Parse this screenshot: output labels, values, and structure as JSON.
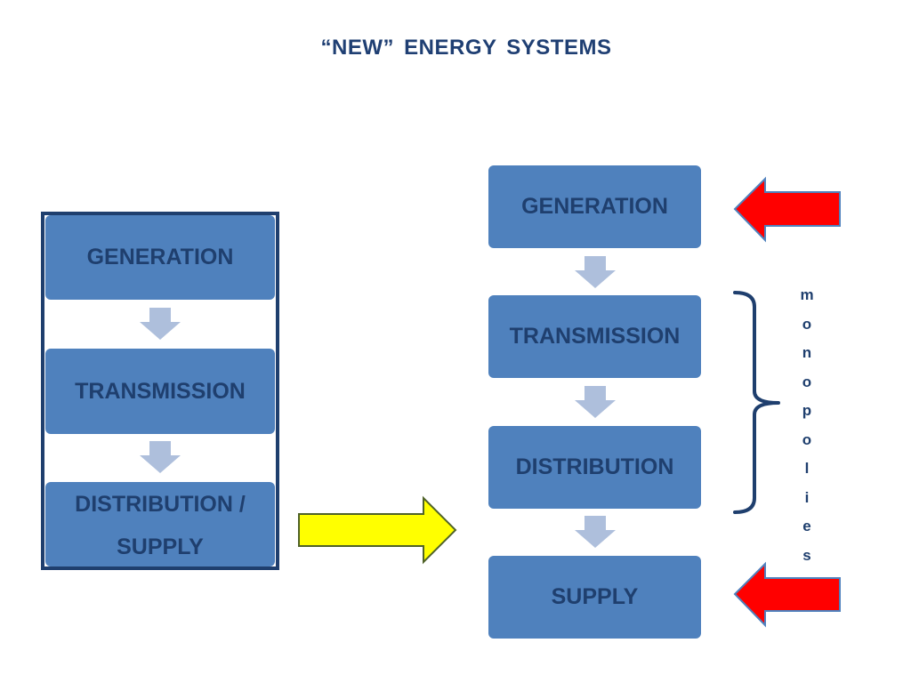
{
  "title": "“NEW”  ENERGY  SYSTEMS",
  "left_stack": {
    "generation": "GENERATION",
    "transmission": "TRANSMISSION",
    "distribution_line1": "DISTRIBUTION /",
    "distribution_line2": "SUPPLY"
  },
  "right_stack": {
    "generation": "GENERATION",
    "transmission": "TRANSMISSION",
    "distribution": "DISTRIBUTION",
    "supply": "SUPPLY"
  },
  "bracket_label_letters": [
    "m",
    "o",
    "n",
    "o",
    "p",
    "o",
    "l",
    "i",
    "e",
    "s"
  ],
  "colors": {
    "box_fill": "#4f81bd",
    "box_text": "#1f3f6e",
    "small_arrow": "#aebfdc",
    "yellow_arrow": "#ffff00",
    "red_arrow": "#ff0000",
    "outline": "#1f3f6e"
  }
}
